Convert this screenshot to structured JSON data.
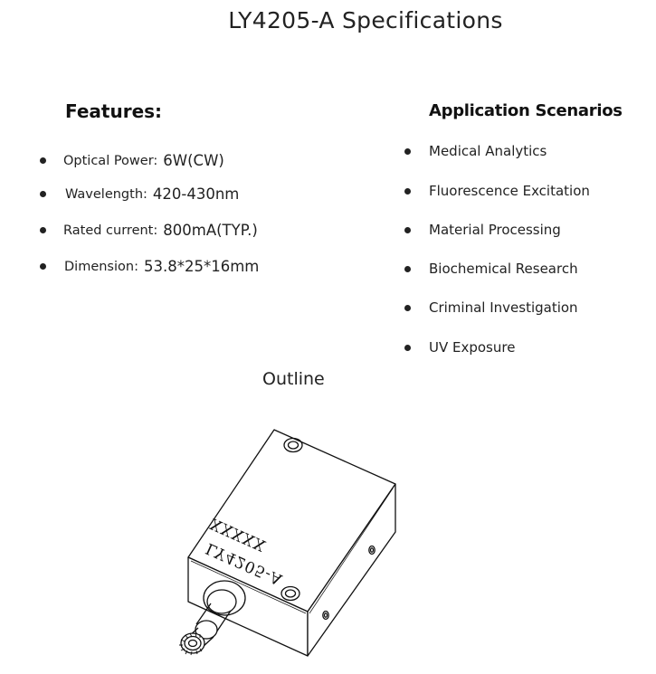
{
  "title": "LY4205-A Specifications",
  "features": {
    "heading": "Features:",
    "items": [
      {
        "label": "Optical Power:",
        "value": "6W(CW)"
      },
      {
        "label": "Wavelength:",
        "value": "420-430nm"
      },
      {
        "label": "Rated current:",
        "value": "800mA(TYP.)"
      },
      {
        "label": "Dimension:",
        "value": "53.8*25*16mm"
      }
    ]
  },
  "applications": {
    "heading": "Application Scenarios",
    "items": [
      "Medical Analytics",
      "Fluorescence Excitation",
      "Material Processing",
      "Biochemical Research",
      "Criminal Investigation",
      "UV Exposure"
    ]
  },
  "outline": {
    "heading": "Outline",
    "model_marking": "LY4205-A",
    "serial_marking": "XXXXX"
  }
}
